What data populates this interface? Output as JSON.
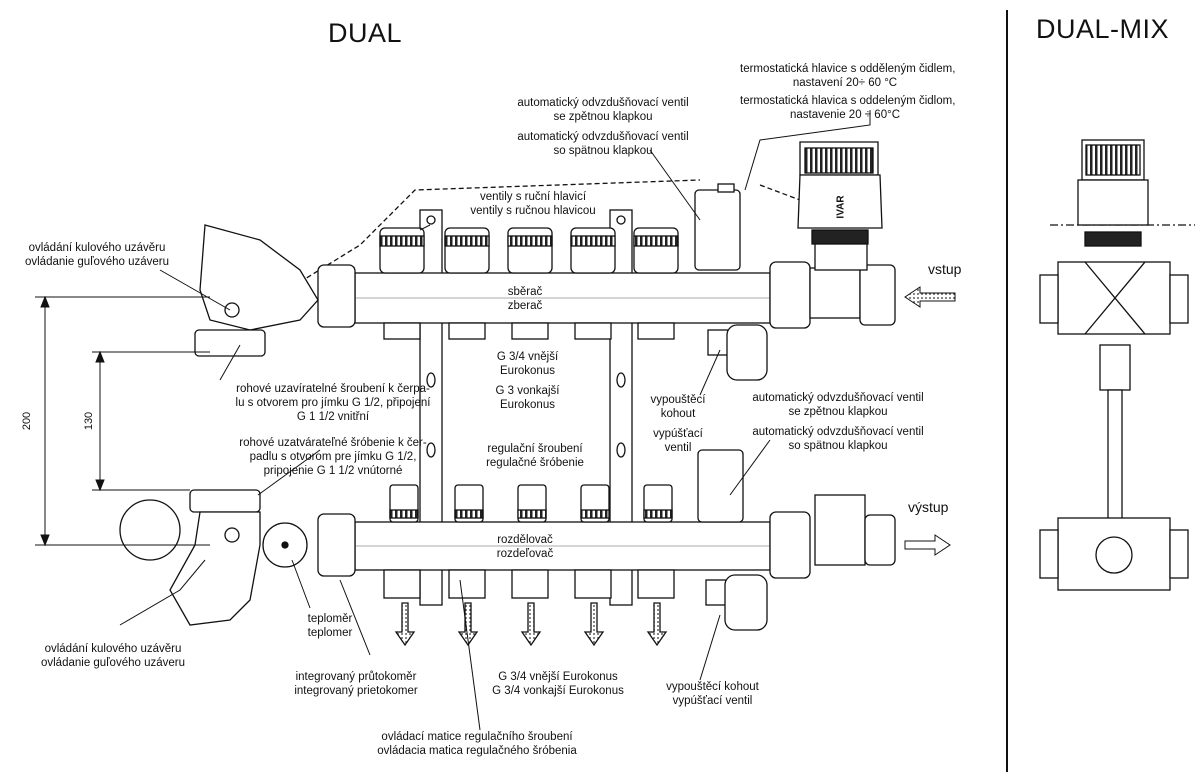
{
  "titles": {
    "dual": "DUAL",
    "dual_mix": "DUAL-MIX"
  },
  "flow": {
    "inlet": "vstup",
    "outlet": "výstup"
  },
  "dimensions": {
    "outer": "200",
    "inner": "130"
  },
  "labels": {
    "thermo_head_cz": "termostatická hlavice s odděleným čidlem,",
    "thermo_head_cz_2": "nastavení 20÷ 60 °C",
    "thermo_head_sk": "termostatická hlavica s oddeleným čidlom,",
    "thermo_head_sk_2": "nastavenie 20 ÷ 60°C",
    "vent_top_cz": "automatický odvzdušňovací ventil",
    "vent_top_cz_2": "se zpětnou klapkou",
    "vent_top_sk": "automatický odvzdušňovací ventil",
    "vent_top_sk_2": "so spätnou klapkou",
    "manual_valves_cz": "ventily s ruční hlavicí",
    "manual_valves_sk": "ventily s ručnou hlavicou",
    "ball_valve_top_cz": "ovládání kulového uzávěru",
    "ball_valve_top_sk": "ovládanie guľového uzáveru",
    "collector_cz": "sběrač",
    "collector_sk": "zberač",
    "g34_outer": "G 3/4 vnější",
    "g34_outer_2": "Eurokonus",
    "g3_outer_sk": "G 3 vonkajší",
    "g3_outer_sk_2": "Eurokonus",
    "drain_mid_cz": "vypouštěcí",
    "drain_mid_cz_2": "kohout",
    "drain_mid_sk": "vypúšťací",
    "drain_mid_sk_2": "ventil",
    "vent_mid_cz": "automatický odvzdušňovací ventil",
    "vent_mid_cz_2": "se zpětnou klapkou",
    "vent_mid_sk": "automatický odvzdušňovací ventil",
    "vent_mid_sk_2": "so spätnou klapkou",
    "angle_cz_1": "rohové uzavíratelné šroubení k čerpa-",
    "angle_cz_2": "lu s otvorem pro jímku G 1/2, připojení",
    "angle_cz_3": "G 1 1/2 vnitřní",
    "angle_sk_1": "rohové uzatvárateľné šróbenie k čer-",
    "angle_sk_2": "padlu s otvorom pre jímku G 1/2,",
    "angle_sk_3": "pripojenie G 1 1/2 vnútorné",
    "reg_cz": "regulační šroubení",
    "reg_sk": "regulačné šróbenie",
    "distributor_cz": "rozdělovač",
    "distributor_sk": "rozdeľovač",
    "ball_valve_bot_cz": "ovládání kulového uzávěru",
    "ball_valve_bot_sk": "ovládanie guľového uzáveru",
    "thermometer_cz": "teploměr",
    "thermometer_sk": "teplomer",
    "flowmeter_cz": "integrovaný průtokoměr",
    "flowmeter_sk": "integrovaný prietokomer",
    "g34_bottom_cz": "G 3/4 vnější Eurokonus",
    "g34_bottom_sk": "G 3/4 vonkajší Eurokonus",
    "drain_bot_cz": "vypouštěcí kohout",
    "drain_bot_sk": "vypúšťací ventil",
    "reg_nut_cz": "ovládací matice regulačního šroubení",
    "reg_nut_sk": "ovládacia matica regulačného šróbenia",
    "brand": "IVAR"
  }
}
